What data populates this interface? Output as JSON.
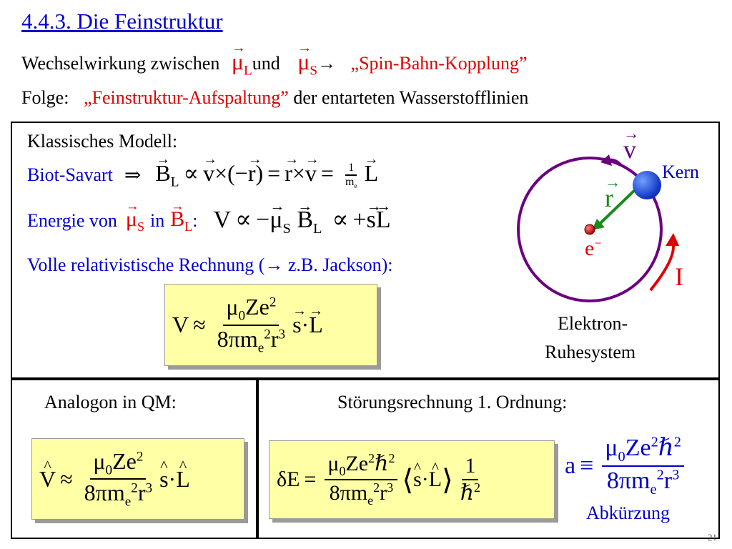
{
  "slide": {
    "title": "4.4.3. Die Feinstruktur",
    "line1": {
      "prefix": "Wechselwirkung zwischen",
      "mu_L_label": "μ",
      "L": "L",
      "und": "und",
      "mu_S_label": "μ",
      "S": "S",
      "arrow": "→",
      "quote": "„Spin-Bahn-Kopplung”"
    },
    "line2": {
      "prefix": "Folge:",
      "quote": "„Feinstruktur-Aufspaltung”",
      "suffix": "der entarteten Wasserstofflinien"
    },
    "page_number": "21"
  },
  "classic": {
    "heading": "Klassisches Modell:",
    "biot_label": "Biot-Savart",
    "implies": "⇒",
    "energy_label": "Energie von",
    "in": "in",
    "colon": ":",
    "relativistic": "Volle relativistische Rechnung (→ z.B. Jackson):"
  },
  "diagram": {
    "v_label": "v",
    "kern_label": "Kern",
    "r_label": "r",
    "e_label": "e",
    "e_sup": "−",
    "i_label": "I",
    "caption_line1": "Elektron-",
    "caption_line2": "Ruhesystem"
  },
  "bottom": {
    "analogon": "Analogon in QM:",
    "stoerung": "Störungsrechnung 1. Ordnung:",
    "abkuerzung": "Abkürzung",
    "a_symbol": "a"
  },
  "colors": {
    "title": "#0000cc",
    "red": "#e00000",
    "blue": "#0000cc",
    "purple": "#6a0080",
    "green": "#1a8a1a",
    "yellow_box": "#ffffa6"
  }
}
